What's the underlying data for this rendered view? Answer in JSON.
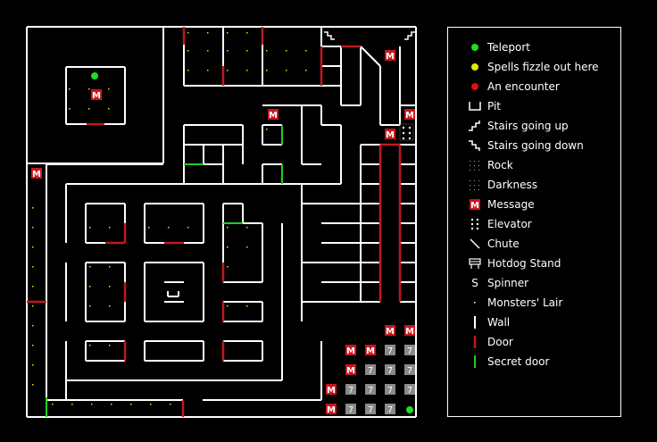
{
  "legend": {
    "items": [
      {
        "key": "teleport",
        "label": "Teleport"
      },
      {
        "key": "fizzle",
        "label": "Spells fizzle out here"
      },
      {
        "key": "encounter",
        "label": "An encounter"
      },
      {
        "key": "pit",
        "label": "Pit"
      },
      {
        "key": "stairs-up",
        "label": "Stairs going up"
      },
      {
        "key": "stairs-down",
        "label": "Stairs going down"
      },
      {
        "key": "rock",
        "label": "Rock"
      },
      {
        "key": "darkness",
        "label": "Darkness"
      },
      {
        "key": "message",
        "label": "Message"
      },
      {
        "key": "elevator",
        "label": "Elevator"
      },
      {
        "key": "chute",
        "label": "Chute"
      },
      {
        "key": "hotdog",
        "label": "Hotdog Stand"
      },
      {
        "key": "spinner",
        "label": "Spinner"
      },
      {
        "key": "lair",
        "label": "Monsters' Lair"
      },
      {
        "key": "wall",
        "label": "Wall"
      },
      {
        "key": "door",
        "label": "Door"
      },
      {
        "key": "secret-door",
        "label": "Secret door"
      }
    ],
    "message_glyph": "M",
    "spinner_glyph": "S"
  },
  "map": {
    "message_glyph": "M",
    "chute_glyph": "7",
    "colors": {
      "wall": "#ffffff",
      "door": "#c0181c",
      "secret": "#22cc22",
      "teleport": "#22dd22",
      "fizzle": "#e6e600",
      "encounter": "#e01010",
      "message_bg": "#c8161c",
      "chute_bg": "#8a8a8a"
    }
  }
}
